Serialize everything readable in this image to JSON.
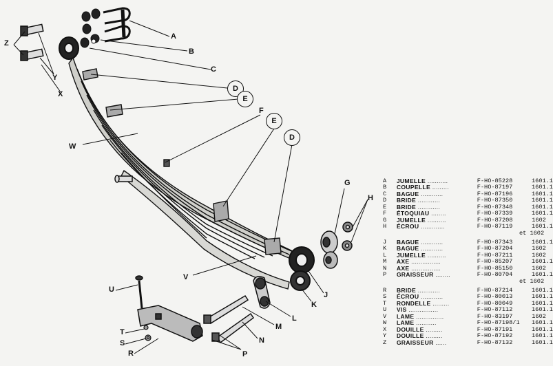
{
  "callouts": {
    "A": "A",
    "B": "B",
    "C": "C",
    "D1": "D",
    "D2": "D",
    "E1": "E",
    "E2": "E",
    "F": "F",
    "G": "G",
    "H": "H",
    "J": "J",
    "K": "K",
    "L": "L",
    "M": "M",
    "N": "N",
    "P": "P",
    "R": "R",
    "S": "S",
    "T": "T",
    "U": "U",
    "V": "V",
    "W": "W",
    "X": "X",
    "Y": "Y",
    "Z": "Z"
  },
  "parts_list": {
    "group1": [
      {
        "letter": "A",
        "name": "JUMELLE",
        "dots": "...........",
        "ref": "F-HO-85228",
        "qty": "1601.1"
      },
      {
        "letter": "B",
        "name": "COUPELLE",
        "dots": ".........",
        "ref": "F-HO-87197",
        "qty": "1601.1"
      },
      {
        "letter": "C",
        "name": "BAGUE",
        "dots": "............",
        "ref": "F-HO-87196",
        "qty": "1601.1"
      },
      {
        "letter": "D",
        "name": "BRIDE",
        "dots": "............",
        "ref": "F-HO-87350",
        "qty": "1601.1"
      },
      {
        "letter": "E",
        "name": "BRIDE",
        "dots": "............",
        "ref": "F-HO-87348",
        "qty": "1601.1"
      },
      {
        "letter": "F",
        "name": "ÉTOQUIAU",
        "dots": "........",
        "ref": "F-HO-87339",
        "qty": "1601.1"
      },
      {
        "letter": "G",
        "name": "JUMELLE",
        "dots": "..........",
        "ref": "F-HO-87208",
        "qty": "1602"
      },
      {
        "letter": "H",
        "name": "ÉCROU",
        "dots": ".............",
        "ref": "F-HO-87119",
        "qty": "1601.1"
      }
    ],
    "note1": "et 1602",
    "group2": [
      {
        "letter": "J",
        "name": "BAGUE",
        "dots": "............",
        "ref": "F-HO-87343",
        "qty": "1601.1"
      },
      {
        "letter": "K",
        "name": "BAGUE",
        "dots": "............",
        "ref": "F-HO-87204",
        "qty": "1602"
      },
      {
        "letter": "L",
        "name": "JUMELLE",
        "dots": "..........",
        "ref": "F-HO-87211",
        "qty": "1602"
      },
      {
        "letter": "M",
        "name": "AXE",
        "dots": "................",
        "ref": "F-HO-85207",
        "qty": "1601.1"
      },
      {
        "letter": "N",
        "name": "AXE",
        "dots": "................",
        "ref": "F-HO-85150",
        "qty": "1602"
      },
      {
        "letter": "P",
        "name": "GRAISSEUR",
        "dots": "........",
        "ref": "F-HO-80704",
        "qty": "1601.1"
      }
    ],
    "note2": "et 1602",
    "group3": [
      {
        "letter": "R",
        "name": "BRIDE",
        "dots": "............",
        "ref": "F-HO-87214",
        "qty": "1601.1"
      },
      {
        "letter": "S",
        "name": "ÉCROU",
        "dots": "............",
        "ref": "F-HO-80013",
        "qty": "1601.1"
      },
      {
        "letter": "T",
        "name": "RONDELLE",
        "dots": ".........",
        "ref": "F-HO-80049",
        "qty": "1601.1"
      },
      {
        "letter": "U",
        "name": "VIS",
        "dots": "................",
        "ref": "F-HO-87112",
        "qty": "1601.1"
      },
      {
        "letter": "V",
        "name": "LAME",
        "dots": "...............",
        "ref": "F-HO-83197",
        "qty": "1602"
      },
      {
        "letter": "W",
        "name": "LAME",
        "dots": "...........",
        "ref": "F-HO-87198/1",
        "qty": "1601.1"
      },
      {
        "letter": "X",
        "name": "DOUILLE",
        "dots": ".........",
        "ref": "F-HO-87191",
        "qty": "1601.1"
      },
      {
        "letter": "Y",
        "name": "DOUILLE",
        "dots": ".........",
        "ref": "F-HO-87192",
        "qty": "1601.1"
      },
      {
        "letter": "Z",
        "name": "GRAISSEUR",
        "dots": "......",
        "ref": "F-HO-87132",
        "qty": "1601.1"
      }
    ]
  }
}
